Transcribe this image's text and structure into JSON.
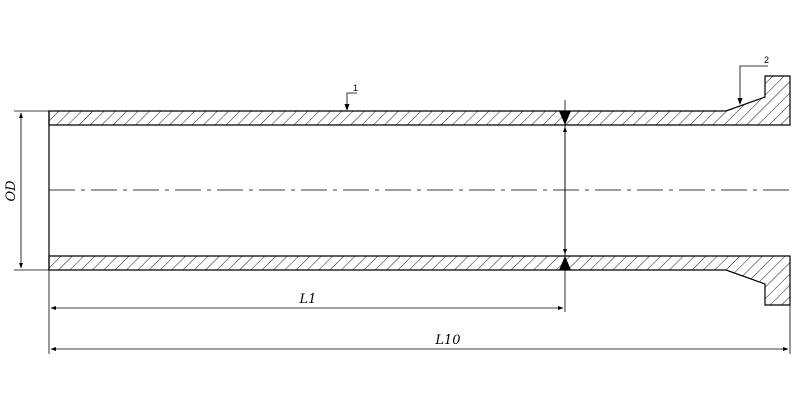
{
  "drawing": {
    "callouts": {
      "part_1": "1",
      "part_2": "2"
    },
    "dimensions": {
      "outer_diameter": "OD",
      "length_1": "L1",
      "total_length": "L10"
    },
    "colors": {
      "line": "#000000",
      "background": "#ffffff"
    }
  }
}
